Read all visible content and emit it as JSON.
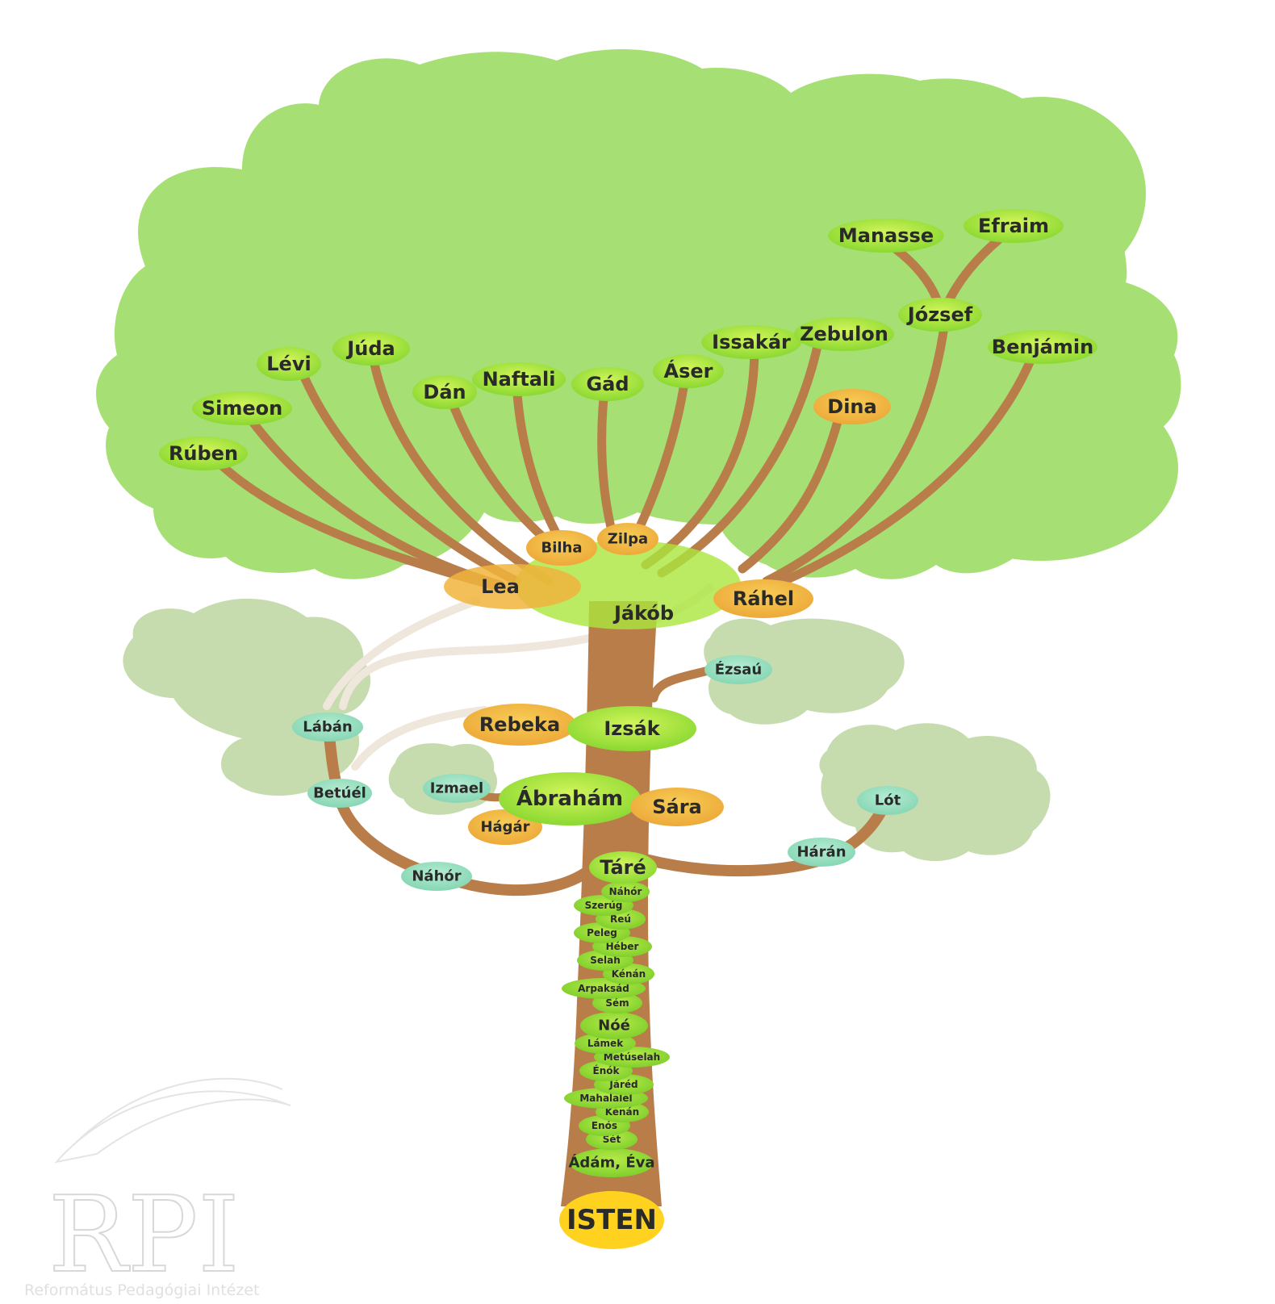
{
  "diagram": {
    "root": "ISTEN",
    "trunk": [
      "Ádám, Éva",
      "Sét",
      "Enós",
      "Kénán",
      "Mahalalél",
      "Járéd",
      "Énók",
      "Metúselah",
      "Lámek",
      "Nóé",
      "Sém",
      "Arpaksád",
      "Kénán",
      "Selah",
      "Héber",
      "Peleg",
      "Reú",
      "Szerúg",
      "Náhór"
    ],
    "generations": {
      "tare": "Táré",
      "abraham": "Ábrahám",
      "sara": "Sára",
      "hagar": "Hágár",
      "izmael": "Izmael",
      "izsak": "Izsák",
      "rebeka": "Rebeka",
      "ezsau": "Ézsaú",
      "jakob": "Jákób",
      "lea": "Lea",
      "rahel": "Ráhel",
      "bilha": "Bilha",
      "zilpa": "Zilpa"
    },
    "side": {
      "nahor": "Náhór",
      "betuel": "Betúél",
      "laban": "Lábán",
      "haran": "Hárán",
      "lot": "Lót"
    },
    "children": {
      "ruben": "Rúben",
      "simeon": "Simeon",
      "levi": "Lévi",
      "juda": "Júda",
      "dan": "Dán",
      "naftali": "Naftali",
      "gad": "Gád",
      "aser": "Áser",
      "issakar": "Issakár",
      "zebulon": "Zebulon",
      "dina": "Dina",
      "jozsef": "József",
      "benjamin": "Benjámin",
      "manasse": "Manasse",
      "efraim": "Efraim"
    },
    "colors": {
      "canopy": "#a6df74",
      "canopy_light": "#c6dcae",
      "branch": "#b97d4a",
      "green_node": "#9fe02a",
      "orange_node": "#f3b640",
      "teal_node": "#8fdcbc",
      "root_node": "#ffd21f"
    }
  },
  "watermark": {
    "logo_text": "RPI",
    "caption": "Református Pedagógiai Intézet"
  }
}
